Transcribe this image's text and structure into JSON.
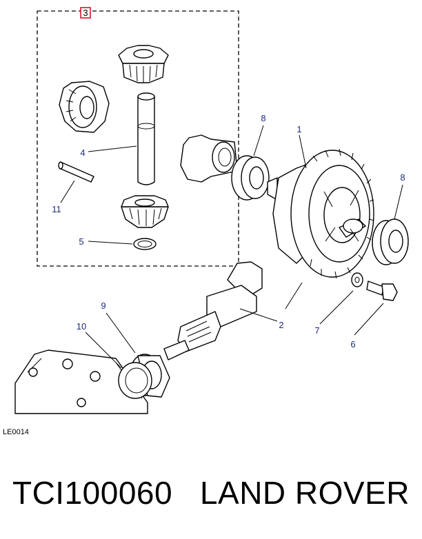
{
  "callouts": {
    "c1": "1",
    "c2": "2",
    "c3": "3",
    "c4": "4",
    "c5": "5",
    "c6": "6",
    "c7": "7",
    "c8a": "8",
    "c8b": "8",
    "c9": "9",
    "c10": "10",
    "c11": "11"
  },
  "figure_ref": "LE0014",
  "footer": {
    "part_number": "TCI100060",
    "brand": "LAND ROVER"
  },
  "colors": {
    "callout_text": "#1f2a7a",
    "kit_box_marker": "#e0102a",
    "line": "#000000"
  }
}
